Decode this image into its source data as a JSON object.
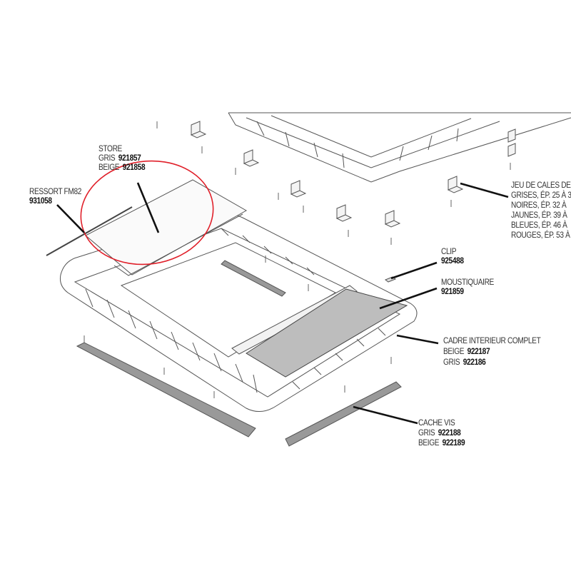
{
  "labels": {
    "store": {
      "title": "STORE",
      "gris": "GRIS",
      "gris_code": "921857",
      "beige": "BEIGE",
      "beige_code": "921858"
    },
    "ressort": {
      "title": "RESSORT FM82",
      "code": "931058"
    },
    "cales": {
      "lines": [
        "JEU DE CALES DE",
        "GRISES, ÉP. 25 À 3",
        "NOIRES, ÉP. 32 À",
        "JAUNES, ÉP. 39 À",
        "BLEUES, ÉP. 46 À",
        "ROUGES, ÉP. 53 À"
      ]
    },
    "clip": {
      "title": "CLIP",
      "code": "925488"
    },
    "moustiquaire": {
      "title": "MOUSTIQUAIRE",
      "code": "921859"
    },
    "cadre": {
      "title": "CADRE INTERIEUR COMPLET",
      "beige": "BEIGE",
      "beige_code": "922187",
      "gris": "GRIS",
      "gris_code": "922186"
    },
    "cache_vis": {
      "title": "CACHE VIS",
      "gris": "GRIS",
      "gris_code": "922188",
      "beige": "BEIGE",
      "beige_code": "922189"
    }
  },
  "colors": {
    "highlight": "#e0202a",
    "line": "#222222",
    "screen": "#b8b8b8"
  }
}
